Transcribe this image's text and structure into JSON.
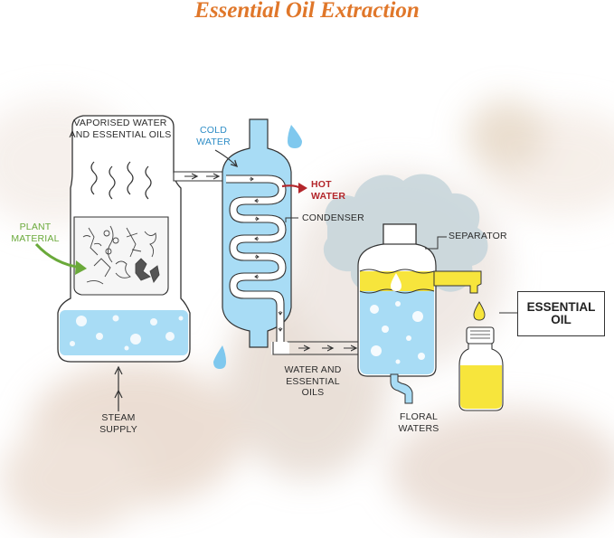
{
  "title": "Essential Oil Extraction",
  "labels": {
    "vaporised_line1": "VAPORISED WATER",
    "vaporised_line2": "AND ESSENTIAL OILS",
    "cold_line1": "COLD",
    "cold_line2": "WATER",
    "hot_line1": "HOT",
    "hot_line2": "WATER",
    "condenser": "CONDENSER",
    "plant_line1": "PLANT",
    "plant_line2": "MATERIAL",
    "separator": "SEPARATOR",
    "essential_oil_line1": "ESSENTIAL",
    "essential_oil_line2": "OIL",
    "water_oils_line1": "WATER AND",
    "water_oils_line2": "ESSENTIAL",
    "water_oils_line3": "OILS",
    "steam_line1": "STEAM",
    "steam_line2": "SUPPLY",
    "floral_line1": "FLORAL",
    "floral_line2": "WATERS"
  },
  "colors": {
    "title": "#e0772a",
    "water": "#a8dcf5",
    "water_deep": "#7fc8ee",
    "oil": "#f7e53c",
    "hot_arrow": "#b3262b",
    "plant_arrow": "#6aa93a",
    "cold_label": "#2e8dc6",
    "cloud": "#c5d5da"
  }
}
